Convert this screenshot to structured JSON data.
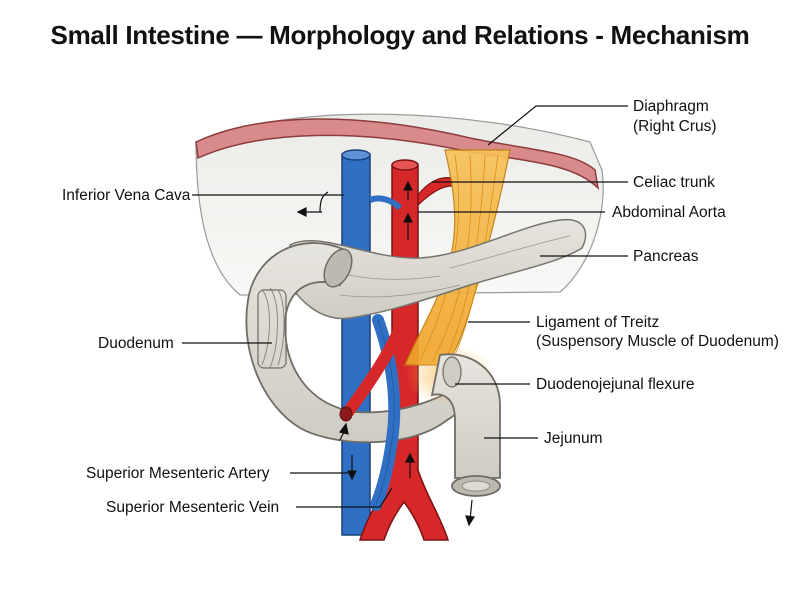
{
  "title": "Small Intestine — Morphology and Relations - Mechanism",
  "labels": {
    "diaphragm": [
      "Diaphragm",
      "(Right Crus)"
    ],
    "celiac": "Celiac trunk",
    "ivc": "Inferior Vena Cava",
    "aorta": "Abdominal Aorta",
    "pancreas": "Pancreas",
    "treitz": [
      "Ligament of Treitz",
      "(Suspensory Muscle of Duodenum)"
    ],
    "duodenum": "Duodenum",
    "flexure": "Duodenojejunal flexure",
    "jejunum": "Jejunum",
    "sma": "Superior Mesenteric Artery",
    "smv": "Superior Mesenteric Vein"
  },
  "colors": {
    "artery": "#d62828",
    "vein": "#2f6fc4",
    "ligament": "#f5b335",
    "organ": "#dcdad3",
    "diaphragm": "#c86464"
  }
}
